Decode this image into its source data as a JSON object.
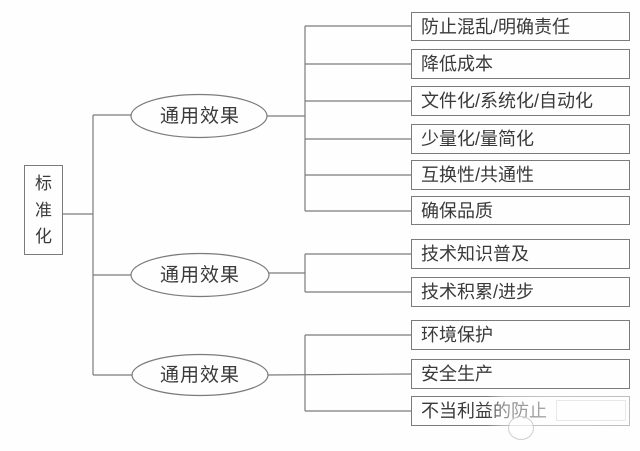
{
  "root": {
    "label": "标准化",
    "chars": [
      "标",
      "准",
      "化"
    ]
  },
  "groups": [
    {
      "effect_label": "通用效果",
      "items": [
        "防止混乱/明确责任",
        "降低成本",
        "文件化/系统化/自动化",
        "少量化/量简化",
        "互换性/共通性",
        "确保品质"
      ]
    },
    {
      "effect_label": "通用效果",
      "items": [
        "技术知识普及",
        "技术积累/进步"
      ]
    },
    {
      "effect_label": "通用效果",
      "items": [
        "环境保护",
        "安全生产",
        "不当利益的防止"
      ]
    }
  ],
  "colors": {
    "line": "#7b7b7b",
    "text": "#3a3a3a",
    "background": "#fefefe"
  }
}
